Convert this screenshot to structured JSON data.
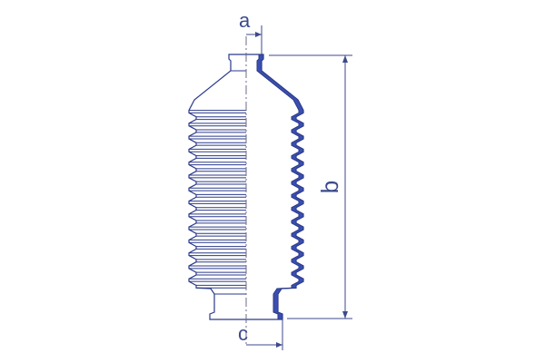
{
  "diagram": {
    "dimension_labels": {
      "a": "a",
      "b": "b",
      "c": "c"
    },
    "colors": {
      "outline": "#2b3a8a",
      "section_fill": "#3a4fb0",
      "dimension_line": "#3c4a8c",
      "centerline": "#6b6b8a",
      "body_fill": "#ffffff"
    },
    "bellows_folds": 14
  }
}
